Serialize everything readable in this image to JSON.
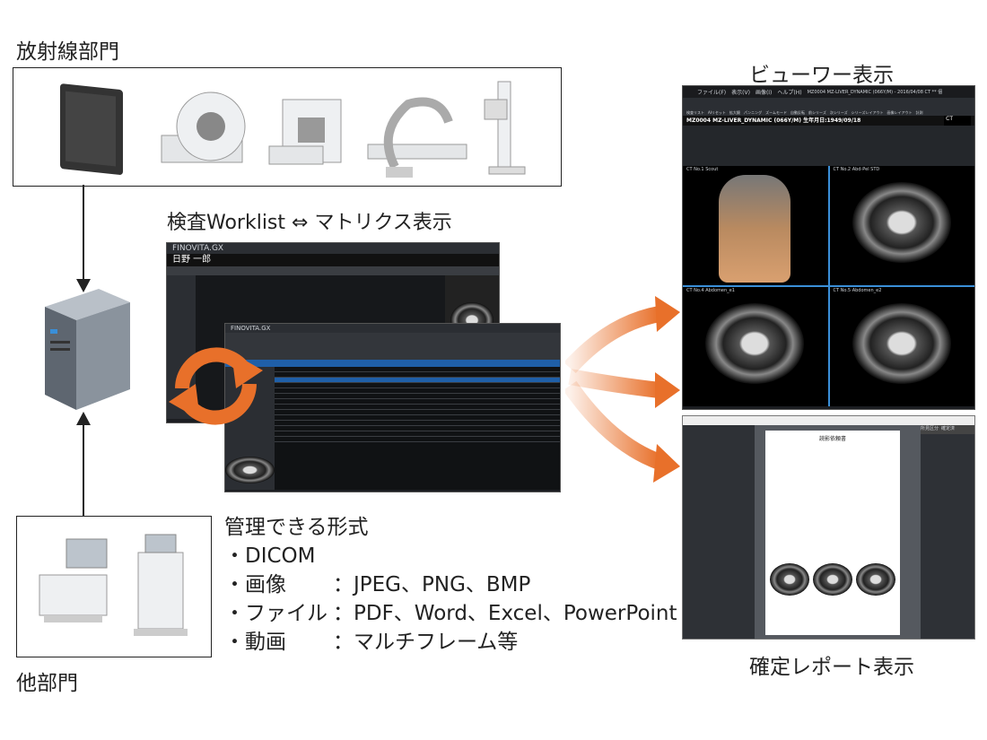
{
  "labels": {
    "radiology": "放射線部門",
    "other_dept": "他部門",
    "worklist_title": "検査Worklist ⇔ マトリクス表示",
    "viewer_title": "ビューワー表示",
    "report_title": "確定レポート表示"
  },
  "formats": {
    "heading": "管理できる形式",
    "items": [
      {
        "bullet": "・",
        "name": "DICOM",
        "value": ""
      },
      {
        "bullet": "・",
        "name": "画像",
        "value": "：JPEG、PNG、BMP"
      },
      {
        "bullet": "・",
        "name": "ファイル",
        "value": "：PDF、Word、Excel、PowerPoint"
      },
      {
        "bullet": "・",
        "name": "動画",
        "value": "：マルチフレーム等"
      }
    ]
  },
  "viewer": {
    "menu": [
      "ファイル(F)",
      "表示(V)",
      "画像(I)",
      "ヘルプ(H)"
    ],
    "window_title": "MZ0004 MZ-LIVER_DYNAMIC (066Y/M) - 2016/04/08 CT ** 個人検査 ** - FINO.View...",
    "toolbar": [
      "検査リスト",
      "AIリセット",
      "拡大鏡",
      "パンニング",
      "ズームモード",
      "自動反転",
      "前シリーズ",
      "次シリーズ",
      "シリーズレイアウト",
      "画像レイアウト",
      "計測"
    ],
    "patient": "MZ0004 MZ-LIVER_DYNAMIC (066Y/M) 生年月日:1949/09/18",
    "modality": "CT",
    "series": [
      "CT No.1 Scout",
      "CT No.2 Abd-Pel STD",
      "CT No.4 Abdomen_e1",
      "CT No.5 Abdomen_e2"
    ]
  },
  "report": {
    "doc_title": "読影依頼書",
    "tabs": [
      "所見区分",
      "確定済"
    ]
  },
  "worklist": {
    "app": "FINOVITA.GX",
    "patient": "日野 一郎"
  },
  "colors": {
    "accent": "#e8702a",
    "frame": "#222222"
  }
}
